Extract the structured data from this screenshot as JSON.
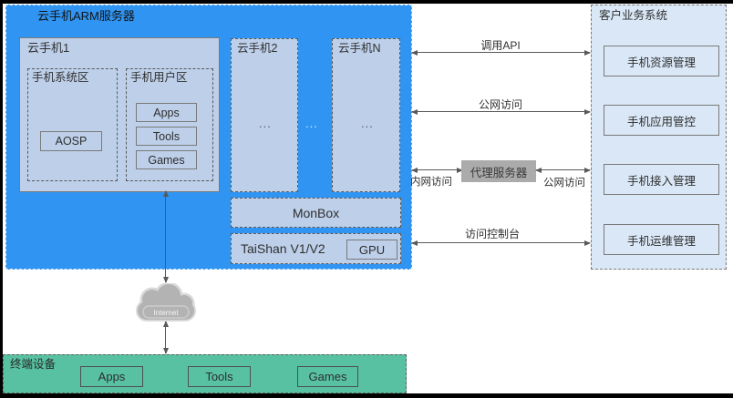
{
  "server_panel": {
    "title": "云手机ARM服务器",
    "phone1": {
      "title": "云手机1",
      "system_zone": {
        "title": "手机系统区",
        "items": [
          "AOSP"
        ]
      },
      "user_zone": {
        "title": "手机用户区",
        "items": [
          "Apps",
          "Tools",
          "Games"
        ]
      }
    },
    "phone2": {
      "title": "云手机2",
      "ellipsis": "..."
    },
    "ellipsis": "...",
    "phoneN": {
      "title": "云手机N",
      "ellipsis": "..."
    },
    "monbox_label": "MonBox",
    "taishan_label": "TaiShan V1/V2",
    "gpu_label": "GPU"
  },
  "customer_panel": {
    "title": "客户业务系统",
    "modules": [
      "手机资源管理",
      "手机应用管控",
      "手机接入管理",
      "手机运维管理"
    ]
  },
  "connections": {
    "call_api": "调用API",
    "public_access": "公网访问",
    "intranet_access": "内网访问",
    "proxy_server": "代理服务器",
    "public_access_proxy": "公网访问",
    "access_console": "访问控制台"
  },
  "internet_label": "Internet",
  "terminal_panel": {
    "title": "终端设备",
    "items": [
      "Apps",
      "Tools",
      "Games"
    ]
  },
  "colors": {
    "server_blue": "#3095F2",
    "box_light_blue": "#BDCFE9",
    "customer_light_blue": "#D9E7F6",
    "terminal_green": "#58C1A1",
    "proxy_gray": "#ABABAB",
    "arrow_gray": "#595959"
  }
}
